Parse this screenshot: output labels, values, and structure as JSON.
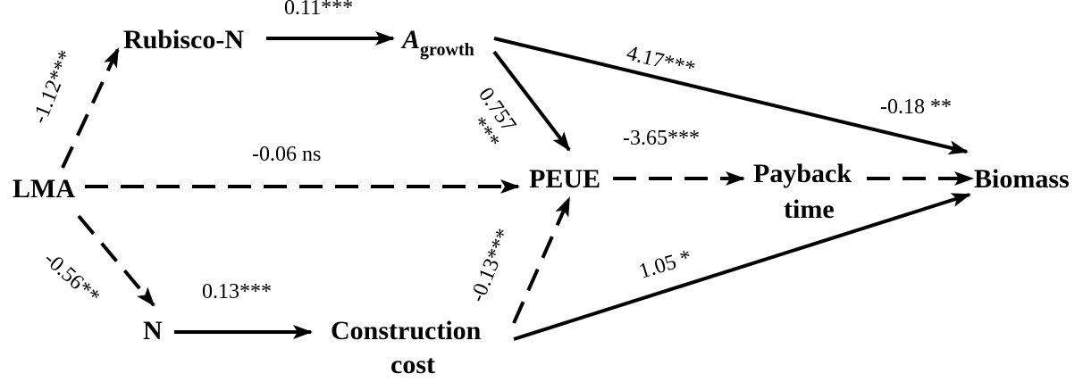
{
  "nodes": {
    "lma": "LMA",
    "rubisco_n": "Rubisco-N",
    "a_growth_main": "A",
    "a_growth_sub": "growth",
    "peue": "PEUE",
    "payback_line1": "Payback",
    "payback_line2": "time",
    "biomass": "Biomass",
    "n": "N",
    "construction_line1": "Construction",
    "construction_line2": "cost"
  },
  "paths": {
    "rubisco_to_agrowth": "0.11***",
    "lma_to_rubisco": "-1.12***",
    "agrowth_to_biomass": "4.17***",
    "agrowth_to_peue_value": "0.757",
    "agrowth_to_peue_sig": "***",
    "peue_to_payback": "-3.65***",
    "payback_to_biomass": "-0.18 **",
    "lma_to_peue": "-0.06 ns",
    "lma_to_n": "-0.56**",
    "n_to_construction": "0.13***",
    "construction_to_peue": "-0.13***",
    "construction_to_biomass": "1.05 *"
  }
}
